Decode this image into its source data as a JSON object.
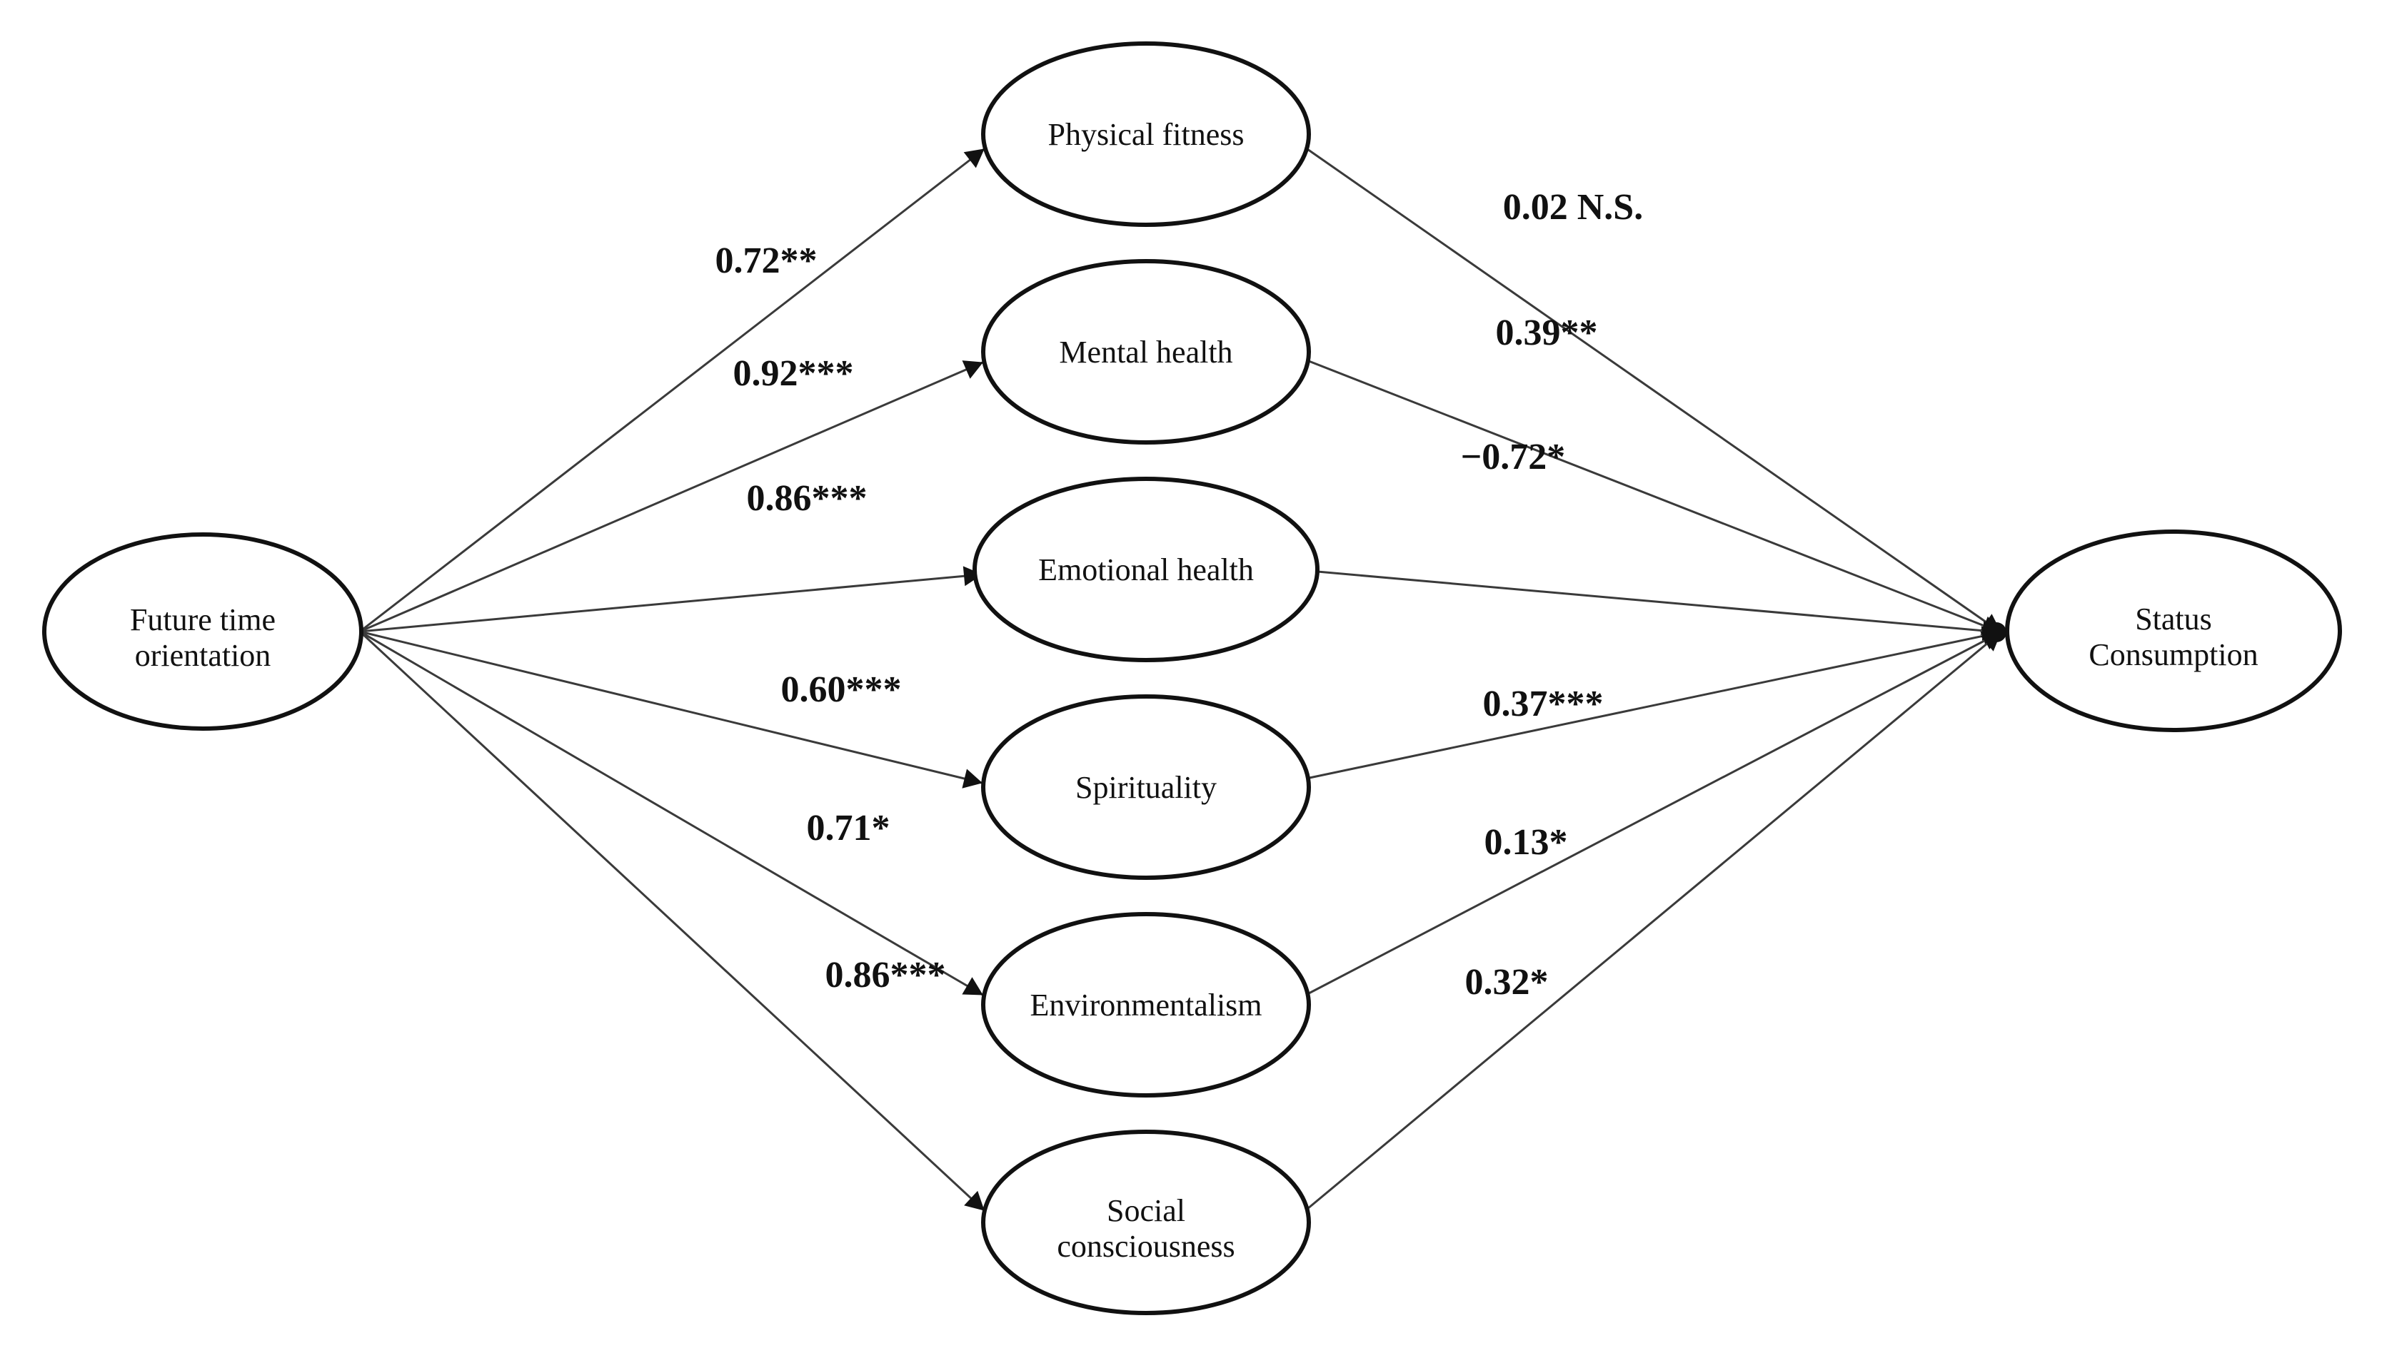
{
  "diagram": {
    "type": "path-model",
    "source": {
      "label": "Future time orientation",
      "lines": [
        "Future time",
        "orientation"
      ]
    },
    "mediators": [
      {
        "label": "Physical fitness",
        "lines": [
          "Physical fitness"
        ],
        "path_from_source": "0.72**",
        "path_to_outcome": "0.02 N.S."
      },
      {
        "label": "Mental health",
        "lines": [
          "Mental health"
        ],
        "path_from_source": "0.92***",
        "path_to_outcome": "0.39**"
      },
      {
        "label": "Emotional health",
        "lines": [
          "Emotional health"
        ],
        "path_from_source": "0.86***",
        "path_to_outcome": "−0.72*"
      },
      {
        "label": "Spirituality",
        "lines": [
          "Spirituality"
        ],
        "path_from_source": "0.60***",
        "path_to_outcome": "0.37***"
      },
      {
        "label": "Environmentalism",
        "lines": [
          "Environmentalism"
        ],
        "path_from_source": "0.71*",
        "path_to_outcome": "0.13*"
      },
      {
        "label": "Social consciousness",
        "lines": [
          "Social",
          "consciousness"
        ],
        "path_from_source": "0.86***",
        "path_to_outcome": "0.32*"
      }
    ],
    "outcome": {
      "label": "Status Consumption",
      "lines": [
        "Status",
        "Consumption"
      ]
    },
    "colors": {
      "background": "#ffffff",
      "ellipse_stroke": "#111111",
      "line": "#3a3a3a",
      "text": "#111111"
    }
  }
}
